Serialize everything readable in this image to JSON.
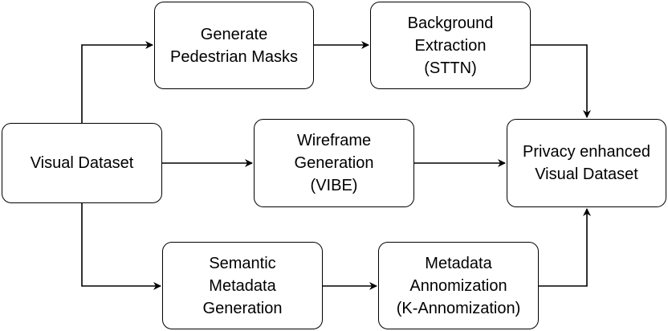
{
  "diagram": {
    "nodes": {
      "visual_dataset": {
        "lines": [
          "Visual Dataset"
        ]
      },
      "generate_masks": {
        "lines": [
          "Generate",
          "Pedestrian Masks"
        ]
      },
      "background_extraction": {
        "lines": [
          "Background",
          "Extraction",
          "(STTN)"
        ]
      },
      "wireframe_generation": {
        "lines": [
          "Wireframe",
          "Generation",
          "(VIBE)"
        ]
      },
      "privacy_dataset": {
        "lines": [
          "Privacy enhanced",
          "Visual Dataset"
        ]
      },
      "semantic_metadata": {
        "lines": [
          "Semantic",
          "Metadata",
          "Generation"
        ]
      },
      "metadata_anonymization": {
        "lines": [
          "Metadata",
          "Annomization",
          "(K-Annomization)"
        ]
      }
    },
    "edges": [
      {
        "from": "visual_dataset",
        "to": "generate_masks"
      },
      {
        "from": "generate_masks",
        "to": "background_extraction"
      },
      {
        "from": "background_extraction",
        "to": "privacy_dataset"
      },
      {
        "from": "visual_dataset",
        "to": "wireframe_generation"
      },
      {
        "from": "wireframe_generation",
        "to": "privacy_dataset"
      },
      {
        "from": "visual_dataset",
        "to": "semantic_metadata"
      },
      {
        "from": "semantic_metadata",
        "to": "metadata_anonymization"
      },
      {
        "from": "metadata_anonymization",
        "to": "privacy_dataset"
      }
    ]
  }
}
